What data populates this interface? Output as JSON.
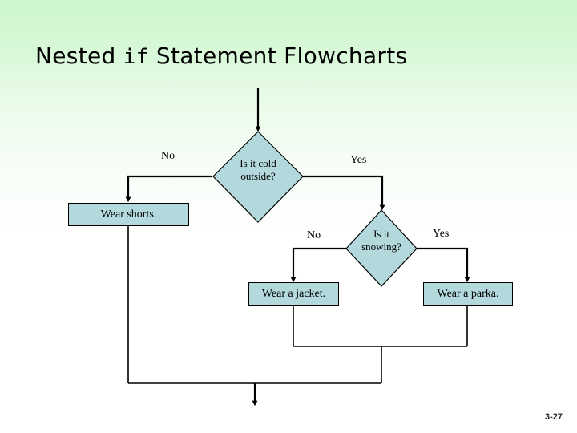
{
  "slide": {
    "title_prefix": "Nested ",
    "title_keyword": "if",
    "title_suffix": " Statement Flowcharts",
    "page_number": "3-27",
    "background_top_color": "#ccf6cc",
    "background_bottom_color": "#ffffff"
  },
  "diagram": {
    "shape_fill_color": "#b3d9dd",
    "shape_border_color": "#000000",
    "connector_color": "#000000",
    "decisions": [
      {
        "id": "cold",
        "line1": "Is it cold",
        "line2": "outside?"
      },
      {
        "id": "snowing",
        "line1": "Is it",
        "line2": "snowing?"
      }
    ],
    "processes": [
      {
        "id": "shorts",
        "label": "Wear shorts."
      },
      {
        "id": "jacket",
        "label": "Wear a jacket."
      },
      {
        "id": "parka",
        "label": "Wear a parka."
      }
    ],
    "edge_labels": [
      {
        "id": "cold-no",
        "label": "No"
      },
      {
        "id": "cold-yes",
        "label": "Yes"
      },
      {
        "id": "snowing-no",
        "label": "No"
      },
      {
        "id": "snowing-yes",
        "label": "Yes"
      }
    ]
  }
}
